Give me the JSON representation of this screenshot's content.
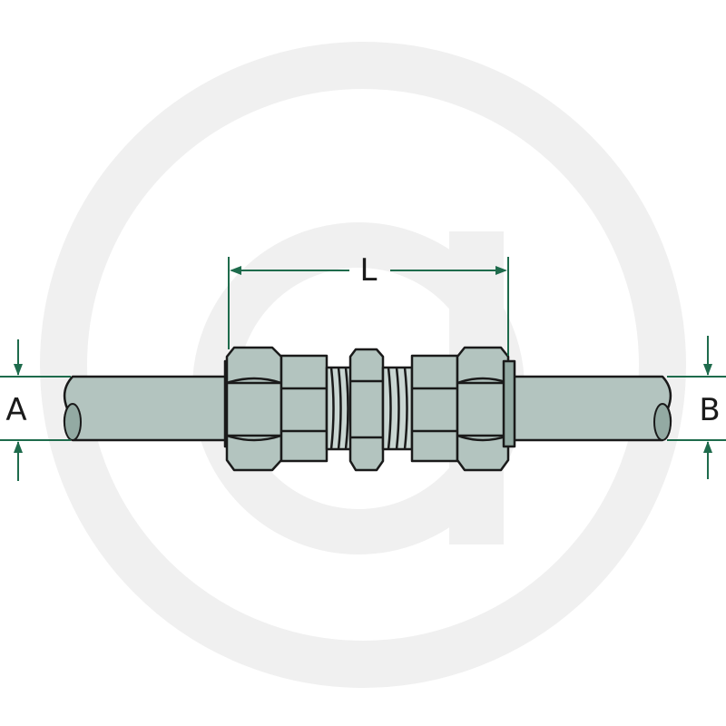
{
  "labels": {
    "length": "L",
    "inlet_diameter": "A",
    "outlet_diameter": "B"
  },
  "colors": {
    "metal": "#b3c4bf",
    "metal_light": "#c9d6d2",
    "metal_dark": "#93aaa3",
    "outline": "#1a1a1a",
    "dimension_line": "#1e6b4c",
    "watermark": "#efefef",
    "background": "#ffffff"
  },
  "icons": {
    "watermark": "brand-logo-circle-watermark"
  }
}
